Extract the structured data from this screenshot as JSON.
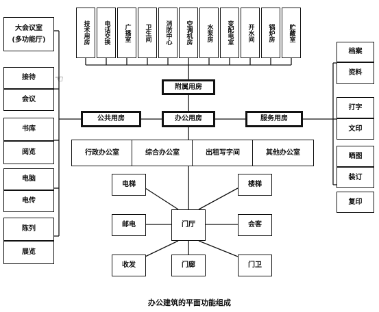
{
  "top_rooms": [
    "技术用房",
    "电话交换",
    "广播室",
    "卫生间",
    "消防中心",
    "空调机房",
    "水泵房",
    "变配电室",
    "开水间",
    "锅炉房",
    "贮藏室"
  ],
  "center": {
    "annex": "附属用房",
    "public": "公共用房",
    "office": "办公用房",
    "service": "服务用房"
  },
  "office_types": [
    "行政办公室",
    "综合办公室",
    "出租写字间",
    "其他办公室"
  ],
  "entrance": {
    "hall": "门厅",
    "elevator": "电梯",
    "stairs": "楼梯",
    "post": "邮电",
    "reception": "会客",
    "mail": "收发",
    "porch": "门廊",
    "guard": "门卫"
  },
  "left_groups": [
    {
      "items": [
        "大会议室",
        "(多功能厅)"
      ]
    },
    {
      "items": [
        "接待",
        "会议"
      ]
    },
    {
      "items": [
        "书库",
        "阅览"
      ]
    },
    {
      "items": [
        "电脑",
        "电传"
      ]
    },
    {
      "items": [
        "陈列",
        "展览"
      ]
    }
  ],
  "right_groups": [
    {
      "items": [
        "档案",
        "资料"
      ]
    },
    {
      "items": [
        "打字",
        "文印"
      ]
    },
    {
      "items": [
        "晒图",
        "装订",
        "复印"
      ]
    }
  ],
  "caption": "办公建筑的平面功能组成"
}
